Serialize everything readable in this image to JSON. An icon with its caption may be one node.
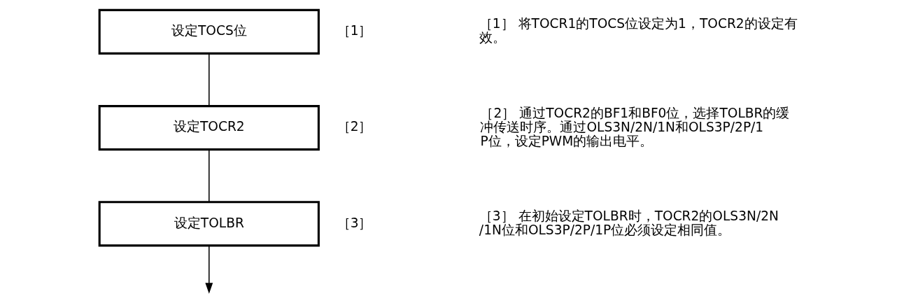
{
  "diagram": {
    "nodes": [
      {
        "text": [
          "设定TOCS位"
        ],
        "beside": [
          "［1］"
        ]
      },
      {
        "text": [
          "设定TOCR2"
        ],
        "beside": [
          "［2］"
        ]
      },
      {
        "text": [
          "设定TOLBR"
        ],
        "beside": [
          "［3］"
        ]
      }
    ],
    "edges": [
      {
        "from": 0,
        "to": 1,
        "arrow": "none"
      },
      {
        "from": 1,
        "to": 2,
        "arrow": "none"
      },
      {
        "from": 2,
        "to": null,
        "arrow": "to"
      }
    ],
    "labels": [
      "［1］ 将TOCR1的TOCS位设定为1，TOCR2的设定有效。",
      "［2］ 通过TOCR2的BF1和BF0位，选择TOLBR的缓冲传送时序。通过OLS3N/2N/1N和OLS3P/2P/1P位，设定PWM的输出电平。",
      "［3］ 在初始设定TOLBR时，TOCR2的OLS3N/2N/1N位和OLS3P/2P/1P位必须设定相同值。"
    ]
  }
}
